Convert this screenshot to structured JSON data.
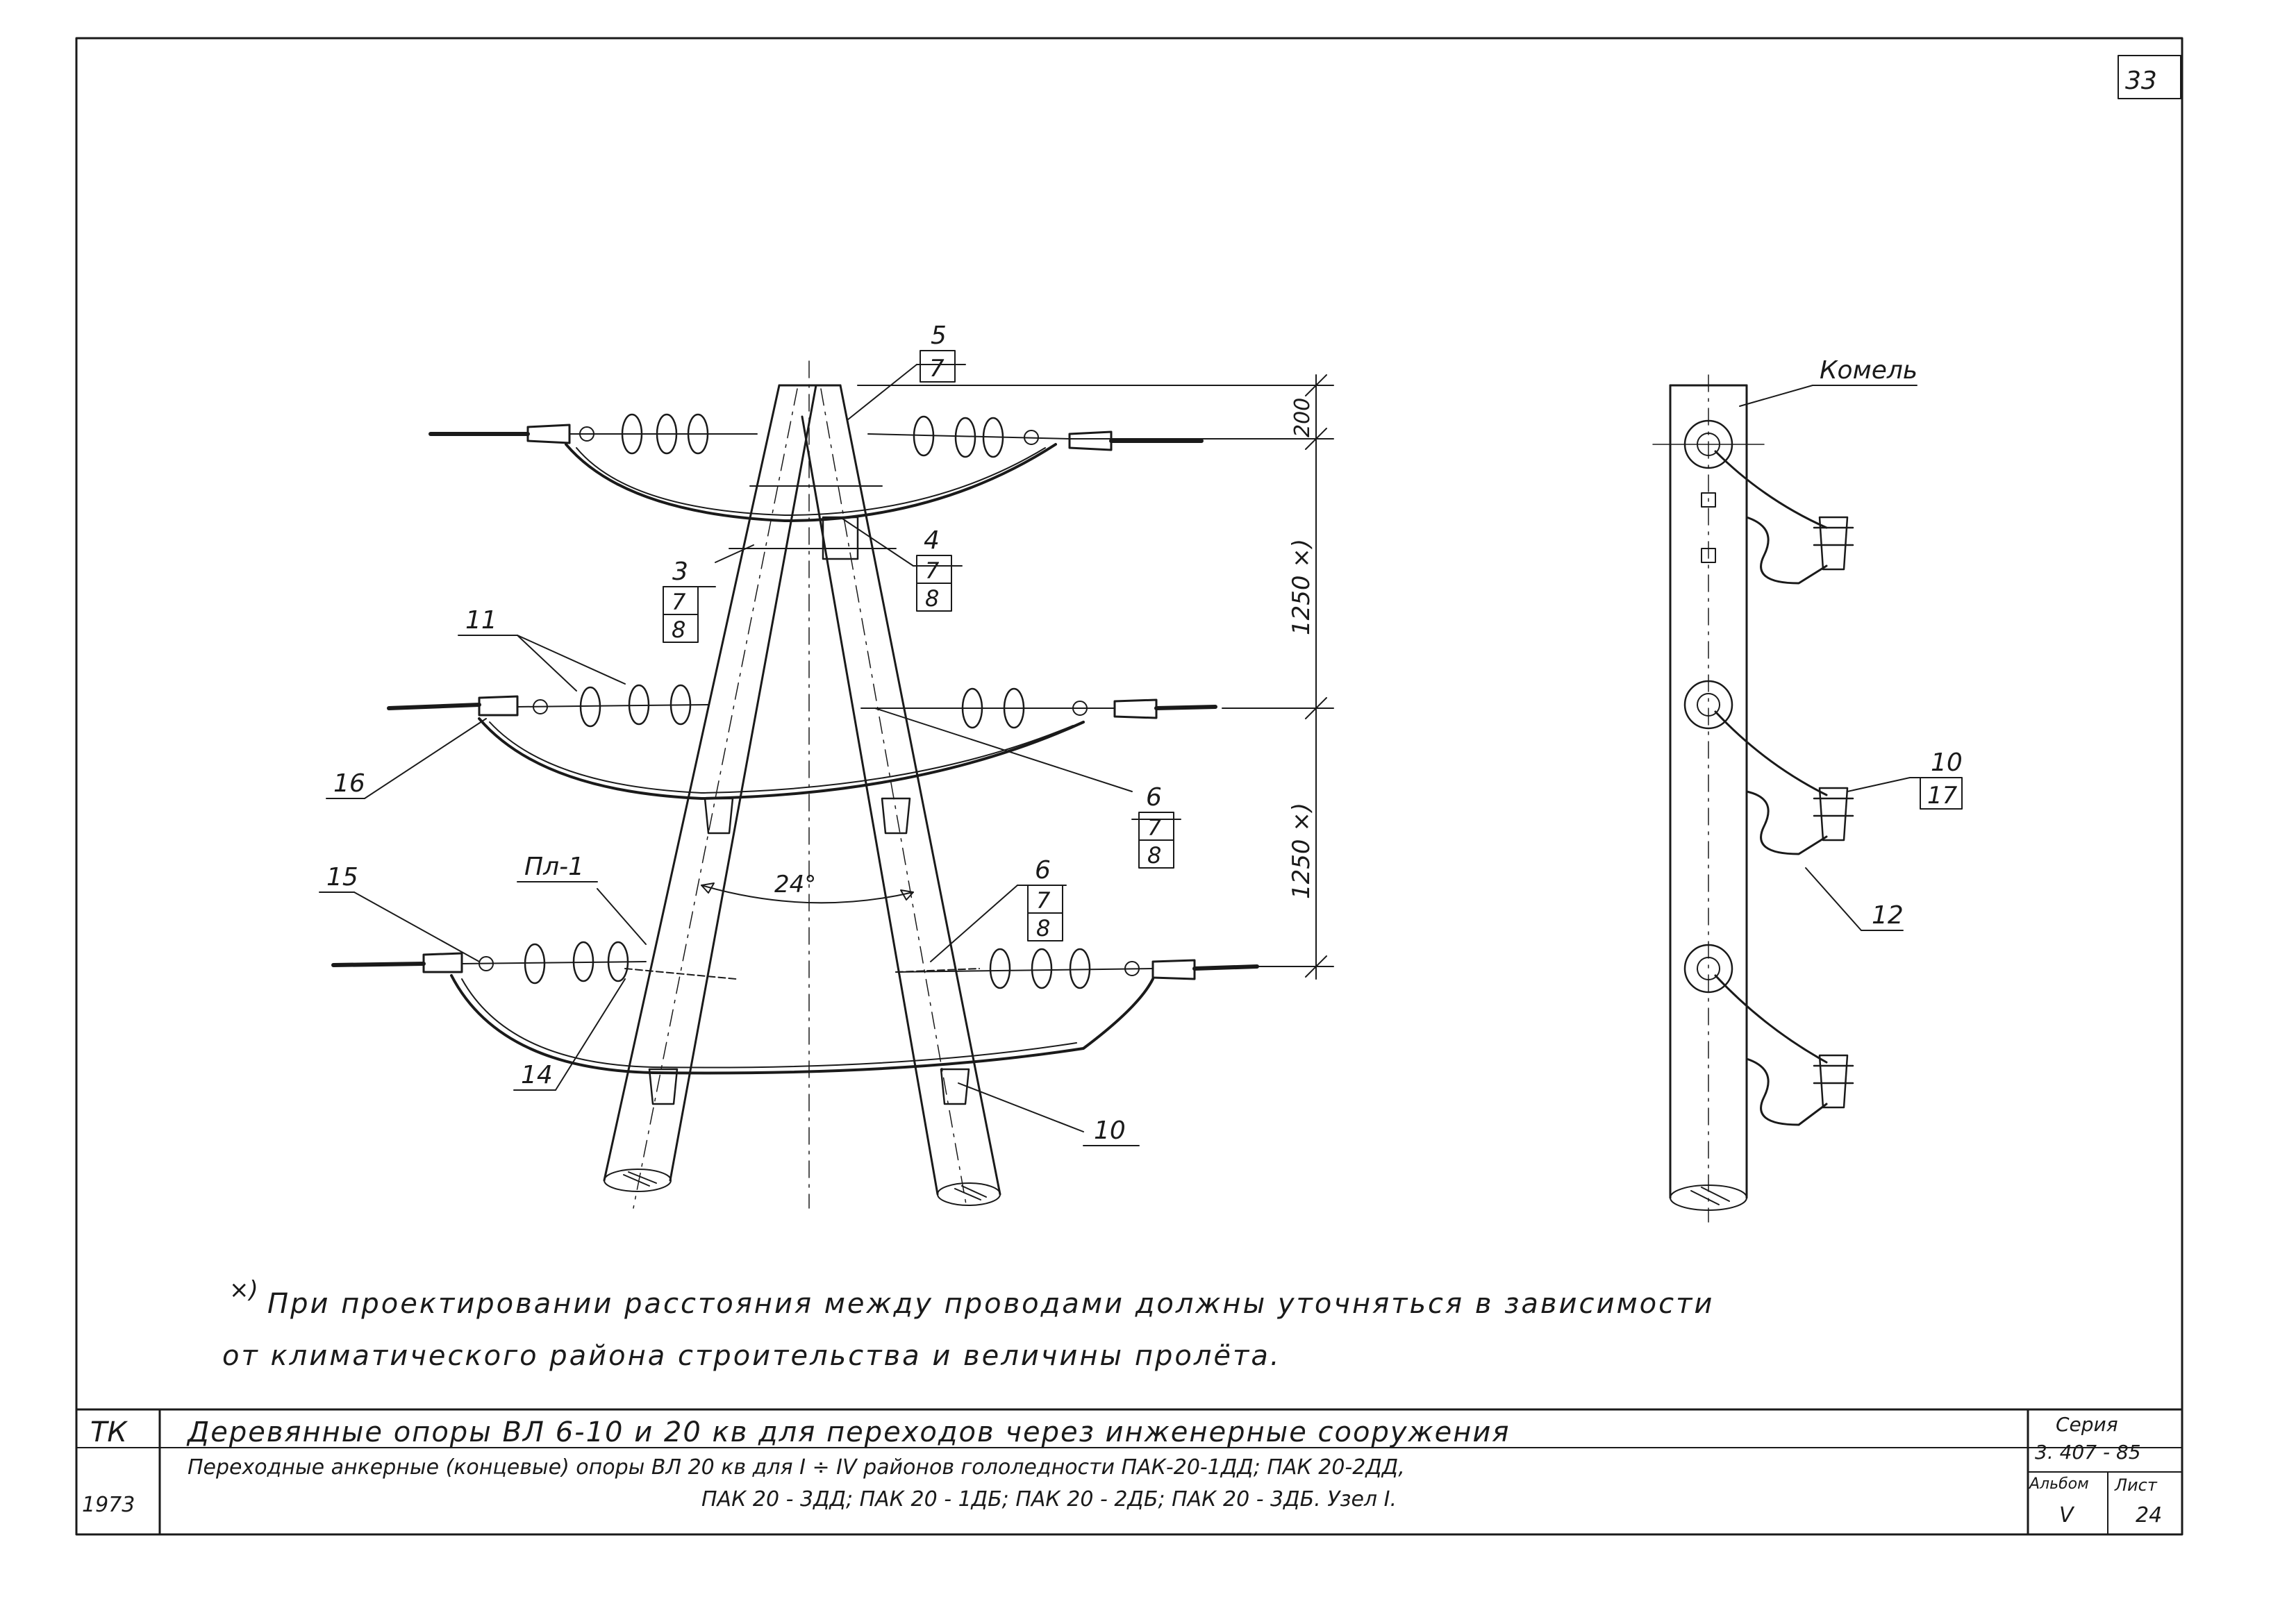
{
  "sheet_number": "33",
  "labels": {
    "callout_5": {
      "num": "5",
      "den": "7"
    },
    "callout_4": {
      "num": "4",
      "a": "7",
      "b": "8"
    },
    "callout_3": {
      "num": "3",
      "a": "7",
      "b": "8"
    },
    "callout_6a": {
      "num": "6",
      "a": "7",
      "b": "8"
    },
    "callout_6b": {
      "num": "6",
      "a": "7",
      "b": "8"
    },
    "callout_10_17": {
      "num": "10",
      "den": "17"
    },
    "item_11": "11",
    "item_16": "16",
    "item_15": "15",
    "item_14": "14",
    "item_10": "10",
    "item_12": "12",
    "plate": "Пл-1",
    "angle": "24°",
    "dim_200": "200",
    "dim_1250_top": "1250 ×)",
    "dim_1250_bottom": "1250 ×)",
    "butt": "Комель"
  },
  "footnote": {
    "mark": "×)",
    "line1": "При проектировании расстояния между проводами должны уточняться в зависимости",
    "line2": "от климатического района строительства и величины пролёта."
  },
  "title_block": {
    "org": "ТК",
    "year": "1973",
    "title_main": "Деревянные опоры ВЛ 6-10 и 20 кв для переходов через инженерные сооружения",
    "title_sub1": "Переходные анкерные (концевые) опоры ВЛ 20 кв для I ÷ IV районов гололедности ПАК-20-1ДД; ПАК 20-2ДД,",
    "title_sub2": "ПАК 20 - 3ДД; ПАК 20 - 1ДБ; ПАК 20 - 2ДБ; ПАК 20 - 3ДБ.   Узел I.",
    "series_label": "Серия",
    "series_value": "3. 407 - 85",
    "album_label": "Альбом",
    "album_value": "V",
    "sheet_label": "Лист",
    "sheet_value": "24"
  }
}
